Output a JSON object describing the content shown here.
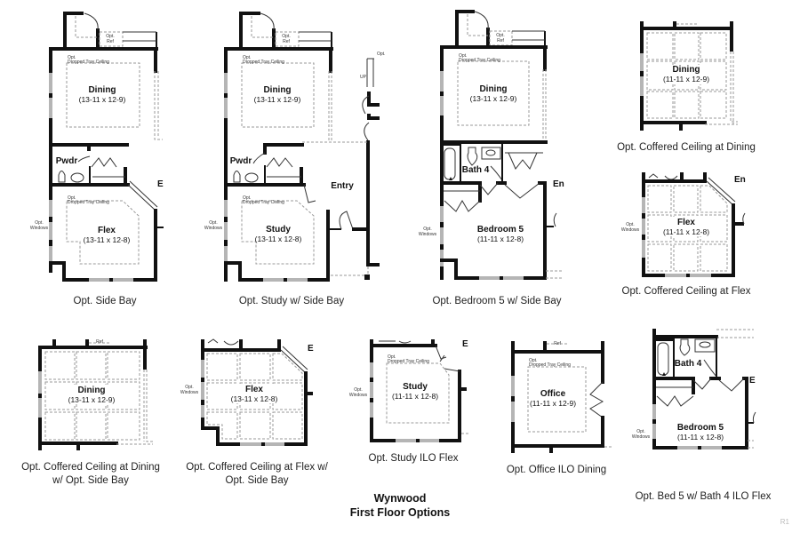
{
  "title": {
    "line1": "Wynwood",
    "line2": "First Floor Options"
  },
  "corner_mark": "R1",
  "common_labels": {
    "opt": "Opt.",
    "dropped_tray": "Dropped Tray Ceiling",
    "ref": "Ref",
    "opt_windows_1": "Opt.",
    "opt_windows_2": "Windows",
    "up": "UP",
    "entry_cut": "En",
    "entry_cut_short": "E"
  },
  "plans": [
    {
      "id": "side-bay",
      "caption": "Opt. Side Bay",
      "rooms": [
        {
          "name": "Dining",
          "dims": "(13-11 x 12-9)"
        },
        {
          "name": "Pwdr",
          "dims": ""
        },
        {
          "name": "Flex",
          "dims": "(13-11 x 12-8)"
        }
      ]
    },
    {
      "id": "study-side-bay",
      "caption": "Opt. Study w/ Side Bay",
      "rooms": [
        {
          "name": "Dining",
          "dims": "(13-11 x 12-9)"
        },
        {
          "name": "Pwdr",
          "dims": ""
        },
        {
          "name": "Entry",
          "dims": ""
        },
        {
          "name": "Study",
          "dims": "(13-11 x 12-8)"
        }
      ]
    },
    {
      "id": "bedroom5-side-bay",
      "caption": "Opt. Bedroom 5 w/ Side Bay",
      "rooms": [
        {
          "name": "Dining",
          "dims": "(13-11 x 12-9)"
        },
        {
          "name": "Bath 4",
          "dims": ""
        },
        {
          "name": "Bedroom 5",
          "dims": "(11-11 x 12-8)"
        }
      ]
    },
    {
      "id": "coffered-dining",
      "caption": "Opt. Coffered Ceiling at Dining",
      "rooms": [
        {
          "name": "Dining",
          "dims": "(11-11 x 12-9)"
        }
      ]
    },
    {
      "id": "coffered-flex",
      "caption": "Opt. Coffered Ceiling at Flex",
      "rooms": [
        {
          "name": "Flex",
          "dims": "(11-11 x 12-8)"
        }
      ]
    },
    {
      "id": "coffered-dining-side-bay",
      "caption_line1": "Opt. Coffered Ceiling at Dining",
      "caption_line2": "w/ Opt. Side Bay",
      "rooms": [
        {
          "name": "Dining",
          "dims": "(13-11 x 12-9)"
        }
      ]
    },
    {
      "id": "coffered-flex-side-bay",
      "caption_line1": "Opt. Coffered Ceiling at Flex w/",
      "caption_line2": "Opt. Side Bay",
      "rooms": [
        {
          "name": "Flex",
          "dims": "(13-11 x 12-8)"
        }
      ]
    },
    {
      "id": "study-ilo-flex",
      "caption": "Opt. Study ILO Flex",
      "rooms": [
        {
          "name": "Study",
          "dims": "(11-11 x 12-8)"
        }
      ]
    },
    {
      "id": "office-ilo-dining",
      "caption": "Opt. Office ILO Dining",
      "rooms": [
        {
          "name": "Office",
          "dims": "(11-11 x 12-9)"
        }
      ]
    },
    {
      "id": "bed5-bath4-ilo-flex",
      "caption": "Opt. Bed 5 w/ Bath 4 ILO Flex",
      "rooms": [
        {
          "name": "Bath 4",
          "dims": ""
        },
        {
          "name": "Bedroom 5",
          "dims": "(11-11 x 12-8)"
        }
      ]
    }
  ]
}
